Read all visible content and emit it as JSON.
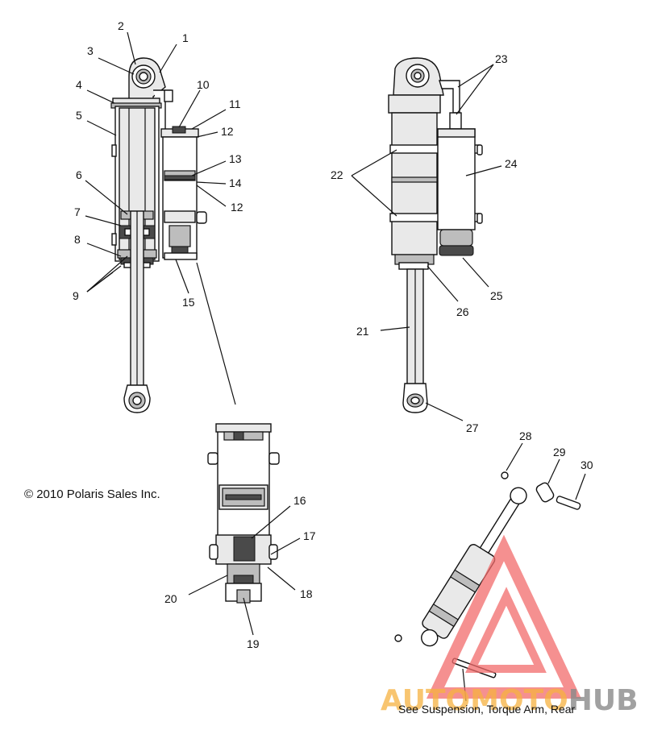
{
  "copyright": "© 2010 Polaris Sales Inc.",
  "reference_note": "See Suspension, Torque Arm, Rear",
  "watermark": {
    "text_part1": "AUTOMOTO",
    "text_part2": "HUB",
    "color_primary": "#f26b6b",
    "color_secondary": "#f5b240",
    "color_hub": "#8a8a8a"
  },
  "callouts": [
    "1",
    "2",
    "3",
    "4",
    "5",
    "6",
    "7",
    "8",
    "9",
    "10",
    "11",
    "12",
    "12",
    "13",
    "14",
    "15",
    "16",
    "17",
    "18",
    "19",
    "20",
    "21",
    "22",
    "23",
    "24",
    "25",
    "26",
    "27",
    "28",
    "29",
    "30"
  ]
}
